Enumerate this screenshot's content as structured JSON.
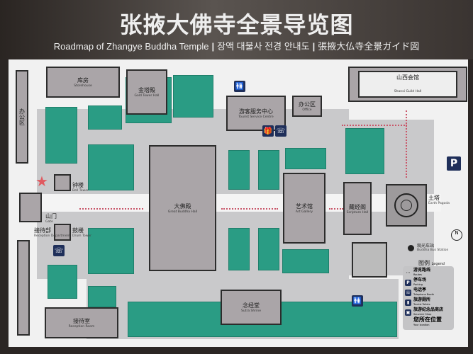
{
  "header": {
    "title": "张掖大佛寺全景导览图",
    "subtitle_en": "Roadmap of Zhangye Buddha Temple",
    "subtitle_ko": "장액 대불사 전경 안내도",
    "subtitle_ja": "張掖大仏寺全景ガイド図"
  },
  "buildings": {
    "storehouse": {
      "cn": "库房",
      "en": "Storehouse"
    },
    "gold_tower": {
      "cn": "金塔殿",
      "en": "Gold Tower Hall"
    },
    "tourist_centre": {
      "cn": "游客服务中心",
      "en": "Tourist Service Centre"
    },
    "office": {
      "cn": "办公区",
      "en": "Office"
    },
    "office_left": {
      "cn": "办公区"
    },
    "shanxi": {
      "cn": "山西会馆",
      "en": "Shanxi Guild Hall"
    },
    "great_buddha": {
      "cn": "大佛殿",
      "en": "Great Buddha Hall"
    },
    "art": {
      "cn": "艺术馆",
      "en": "Art Gallery"
    },
    "scripture": {
      "cn": "藏经阁",
      "en": "Scripture Hall"
    },
    "earth_pagoda": {
      "cn": "土塔",
      "en": "Earth Pagoda"
    },
    "sutra": {
      "cn": "念经堂",
      "en": "Sutra Shrine"
    },
    "reception_room": {
      "cn": "接待室",
      "en": "Reception Room"
    },
    "reception_dept": {
      "cn": "接待部",
      "en": "Reception Department"
    },
    "gate": {
      "cn": "山门",
      "en": "Gate"
    },
    "bell": {
      "cn": "钟楼",
      "en": "Bell Tower"
    },
    "drum": {
      "cn": "鼓楼",
      "en": "Drum Tower"
    },
    "bus_stop": {
      "cn": "观光车站",
      "en": "Buddha Bus Station"
    }
  },
  "legend": {
    "title": "图例",
    "title_en": "Legend",
    "items": [
      {
        "icon": "route-icon",
        "cn": "游览路线",
        "en": "Routes"
      },
      {
        "icon": "parking-icon",
        "cn": "停车场",
        "en": "Parking"
      },
      {
        "icon": "telephone-icon",
        "cn": "电话亭",
        "en": "Telephone Booth"
      },
      {
        "icon": "toilet-icon",
        "cn": "旅游厕所",
        "en": "Tourist Toilets"
      },
      {
        "icon": "gift-icon",
        "cn": "旅游纪念品商店",
        "en": "Souvenir Shop"
      }
    ],
    "you_are_here": "您所在位置",
    "you_are_here_en": "Your location"
  },
  "compass": "N",
  "icons": {
    "parking": "P",
    "phone": "☏",
    "toilet": "🚻",
    "gift": "🎁"
  },
  "colors": {
    "lawn": "#2a9c84",
    "building": "#aaa5a8",
    "route": "#c9576a",
    "icon": "#1f2f5a",
    "star": "#e05a60"
  }
}
